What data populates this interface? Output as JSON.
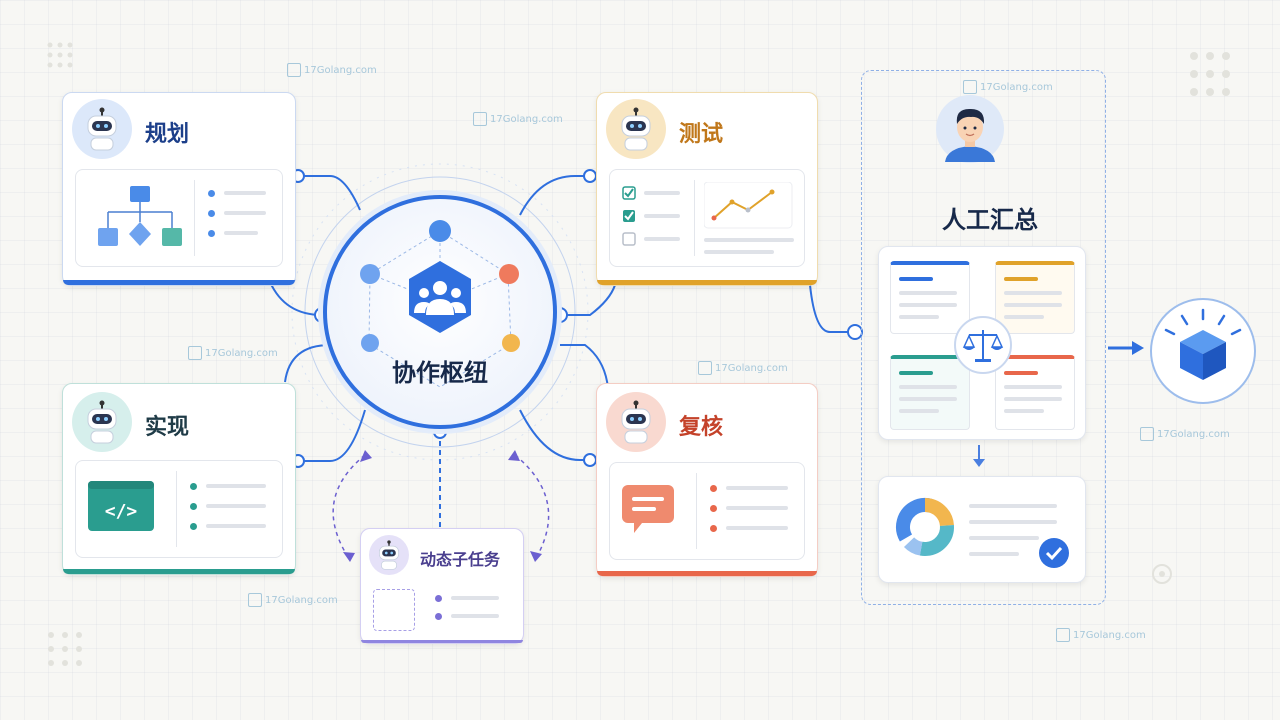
{
  "hub": {
    "label": "协作枢纽"
  },
  "agents": {
    "plan": {
      "label": "规划"
    },
    "test": {
      "label": "测试"
    },
    "implement": {
      "label": "实现"
    },
    "review": {
      "label": "复核"
    }
  },
  "subtask": {
    "label": "动态子任务"
  },
  "human": {
    "label": "人工汇总"
  },
  "watermark": {
    "text": "17Golang.com"
  },
  "icons": [
    "robot-icon",
    "users-icon",
    "flowchart-icon",
    "code-icon",
    "chat-icon",
    "checklist-icon",
    "line-chart-icon",
    "scale-icon",
    "pie-chart-icon",
    "check-icon",
    "cube-icon",
    "person-icon"
  ],
  "colors": {
    "plan": "#2f6fde",
    "test": "#e0a22a",
    "implement": "#2a9d8f",
    "review": "#e8674b",
    "subtask": "#7b6fd6",
    "hub": "#2f6fde"
  }
}
